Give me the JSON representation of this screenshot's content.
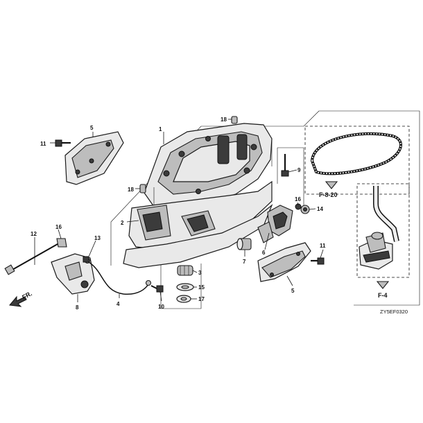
{
  "callouts": {
    "c1": "1",
    "c2": "2",
    "c3": "3",
    "c4": "4",
    "c5a": "5",
    "c5b": "5",
    "c6": "6",
    "c7": "7",
    "c8": "8",
    "c9": "9",
    "c10": "10",
    "c11a": "11",
    "c11b": "11",
    "c12": "12",
    "c13": "13",
    "c14": "14",
    "c15": "15",
    "c16a": "16",
    "c16b": "16",
    "c17": "17",
    "c18a": "18",
    "c18b": "18"
  },
  "references": {
    "ref_f820": "F-8-20",
    "ref_f4": "F-4"
  },
  "direction_label": "FR.",
  "drawing_code": "ZY5EF0320"
}
